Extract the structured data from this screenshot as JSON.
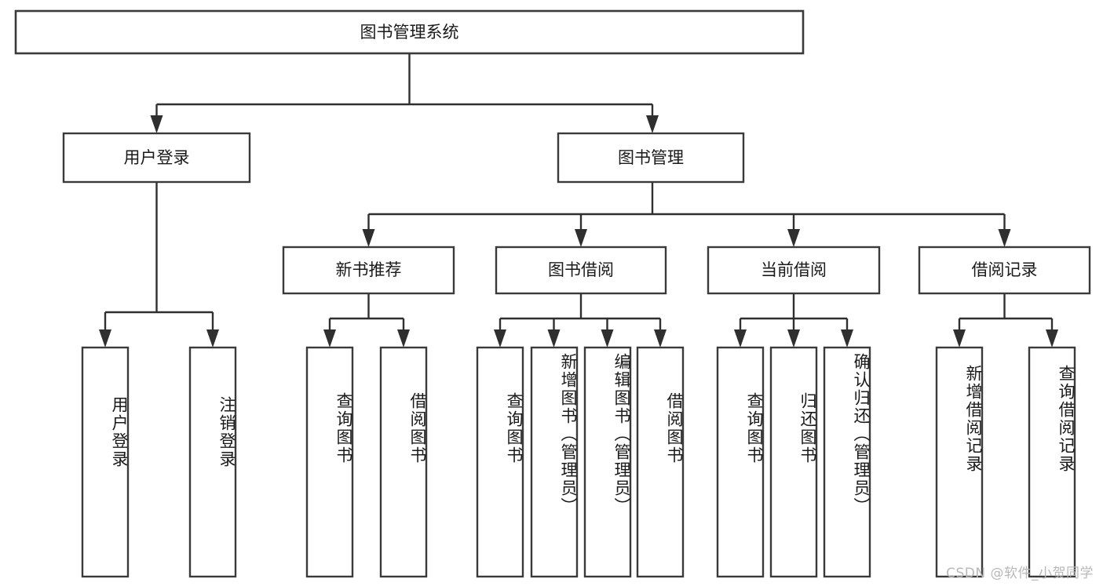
{
  "diagram": {
    "title": "图书管理系统",
    "type": "tree-hierarchy-chart",
    "watermark": "CSDN @软件_小贺同学",
    "root": {
      "label": "图书管理系统"
    },
    "level2": [
      {
        "label": "用户登录"
      },
      {
        "label": "图书管理"
      }
    ],
    "level3": [
      {
        "label": "新书推荐"
      },
      {
        "label": "图书借阅"
      },
      {
        "label": "当前借阅"
      },
      {
        "label": "借阅记录"
      }
    ],
    "leaves": [
      {
        "label": "用户登录",
        "parent": "用户登录"
      },
      {
        "label": "注销登录",
        "parent": "用户登录"
      },
      {
        "label": "查询图书",
        "parent": "新书推荐"
      },
      {
        "label": "借阅图书",
        "parent": "新书推荐"
      },
      {
        "label": "查询图书",
        "parent": "图书借阅"
      },
      {
        "label": "新增图书（管理员）",
        "parent": "图书借阅"
      },
      {
        "label": "编辑图书（管理员）",
        "parent": "图书借阅"
      },
      {
        "label": "借阅图书",
        "parent": "图书借阅"
      },
      {
        "label": "查询图书",
        "parent": "当前借阅"
      },
      {
        "label": "归还图书",
        "parent": "当前借阅"
      },
      {
        "label": "确认归还（管理员）",
        "parent": "当前借阅"
      },
      {
        "label": "新增借阅记录",
        "parent": "借阅记录"
      },
      {
        "label": "查询借阅记录",
        "parent": "借阅记录"
      }
    ],
    "colors": {
      "background": "#ffffff",
      "box_fill": "#ffffff",
      "box_stroke": "#3a3a3a",
      "connector": "#2f2f2f",
      "text": "#1a1a1a",
      "watermark": "#b8b8b8"
    }
  }
}
